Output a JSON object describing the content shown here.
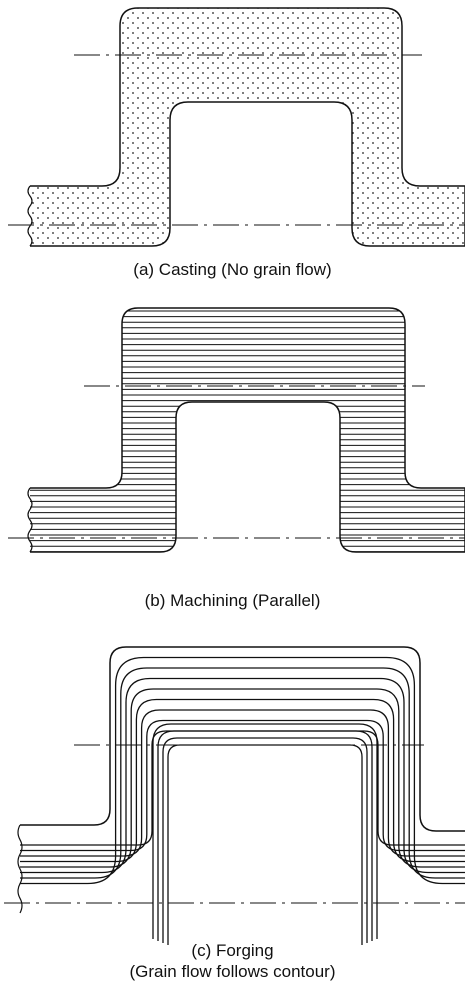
{
  "panels": [
    {
      "caption": "(a) Casting (No grain flow)",
      "pattern": "dots"
    },
    {
      "caption": "(b) Machining (Parallel)",
      "pattern": "parallel-lines"
    },
    {
      "caption_line1": "(c) Forging",
      "caption_line2": "(Grain flow follows contour)",
      "pattern": "contour-lines"
    }
  ],
  "colors": {
    "stroke": "#111111",
    "background": "#ffffff"
  }
}
